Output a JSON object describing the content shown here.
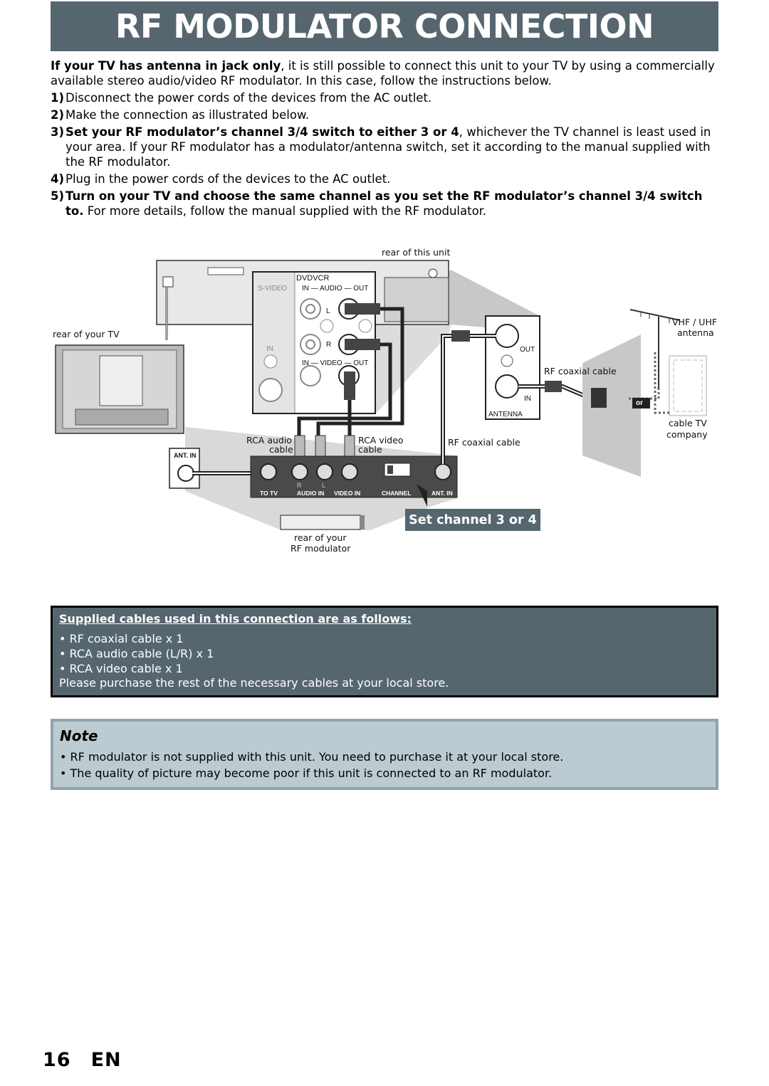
{
  "title": "RF MODULATOR CONNECTION",
  "intro": {
    "bold": "If your TV has antenna in jack only",
    "rest": ", it is still possible to connect this unit to your TV by using a commercially available stereo audio/video RF modulator. In this case, follow the instructions below."
  },
  "steps": [
    {
      "num": "1)",
      "bold": "",
      "text": "Disconnect the power cords of the devices from the AC outlet."
    },
    {
      "num": "2)",
      "bold": "",
      "text": "Make the connection as illustrated below."
    },
    {
      "num": "3)",
      "bold": "Set your RF modulator’s channel 3/4 switch to either 3 or 4",
      "text": ", whichever the TV channel is least used in your area. If your RF modulator has a modulator/antenna switch, set it according to the manual supplied with the RF modulator."
    },
    {
      "num": "4)",
      "bold": "",
      "text": "Plug in the power cords of the devices to the AC outlet."
    },
    {
      "num": "5)",
      "bold": "Turn on your TV and choose the same channel as you set the RF modulator’s channel 3/4 switch to.",
      "text": " For more details, follow the manual supplied with the RF modulator."
    }
  ],
  "diagram": {
    "rear_unit": "rear of this unit",
    "rear_tv": "rear of your TV",
    "dvdvcr": "DVDVCR",
    "svideo": "S-VIDEO",
    "audio": "IN — AUDIO — OUT",
    "video": "IN — VIDEO — OUT",
    "L": "L",
    "R": "R",
    "in": "IN",
    "out": "OUT",
    "antenna_in": "IN",
    "antenna": "ANTENNA",
    "rf_cable_1": "RF coaxial cable",
    "rf_cable_2": "RF coaxial cable",
    "vhf_uhf": "VHF / UHF",
    "antenna_word": "antenna",
    "or": "or",
    "cable_tv": "cable TV",
    "company": "company",
    "rca_audio": "RCA audio",
    "rca_video": "RCA video",
    "cable_word_a": "cable",
    "cable_word_v": "cable",
    "ant_in_tv": "ANT. IN",
    "mod_to_tv": "TO TV",
    "mod_audio_in": "AUDIO IN",
    "mod_video_in": "VIDEO IN",
    "mod_channel": "CHANNEL",
    "mod_ant_in": "ANT. IN",
    "mod_R": "R",
    "mod_L": "L",
    "rear_mod_1": "rear of your",
    "rear_mod_2": "RF modulator",
    "set_channel": "Set channel 3 or 4"
  },
  "cables": {
    "heading": "Supplied cables used in this connection are as follows:",
    "items": [
      "RF coaxial cable x 1",
      "RCA audio cable (L/R) x 1",
      "RCA video cable x 1"
    ],
    "footer": "Please purchase the rest of the necessary cables at your local store."
  },
  "note": {
    "title": "Note",
    "items": [
      "RF modulator is not supplied with this unit. You need to purchase it at your local store.",
      "The quality of picture may become poor if this unit is connected to an RF modulator."
    ]
  },
  "page": {
    "number": "16",
    "lang": "EN"
  }
}
